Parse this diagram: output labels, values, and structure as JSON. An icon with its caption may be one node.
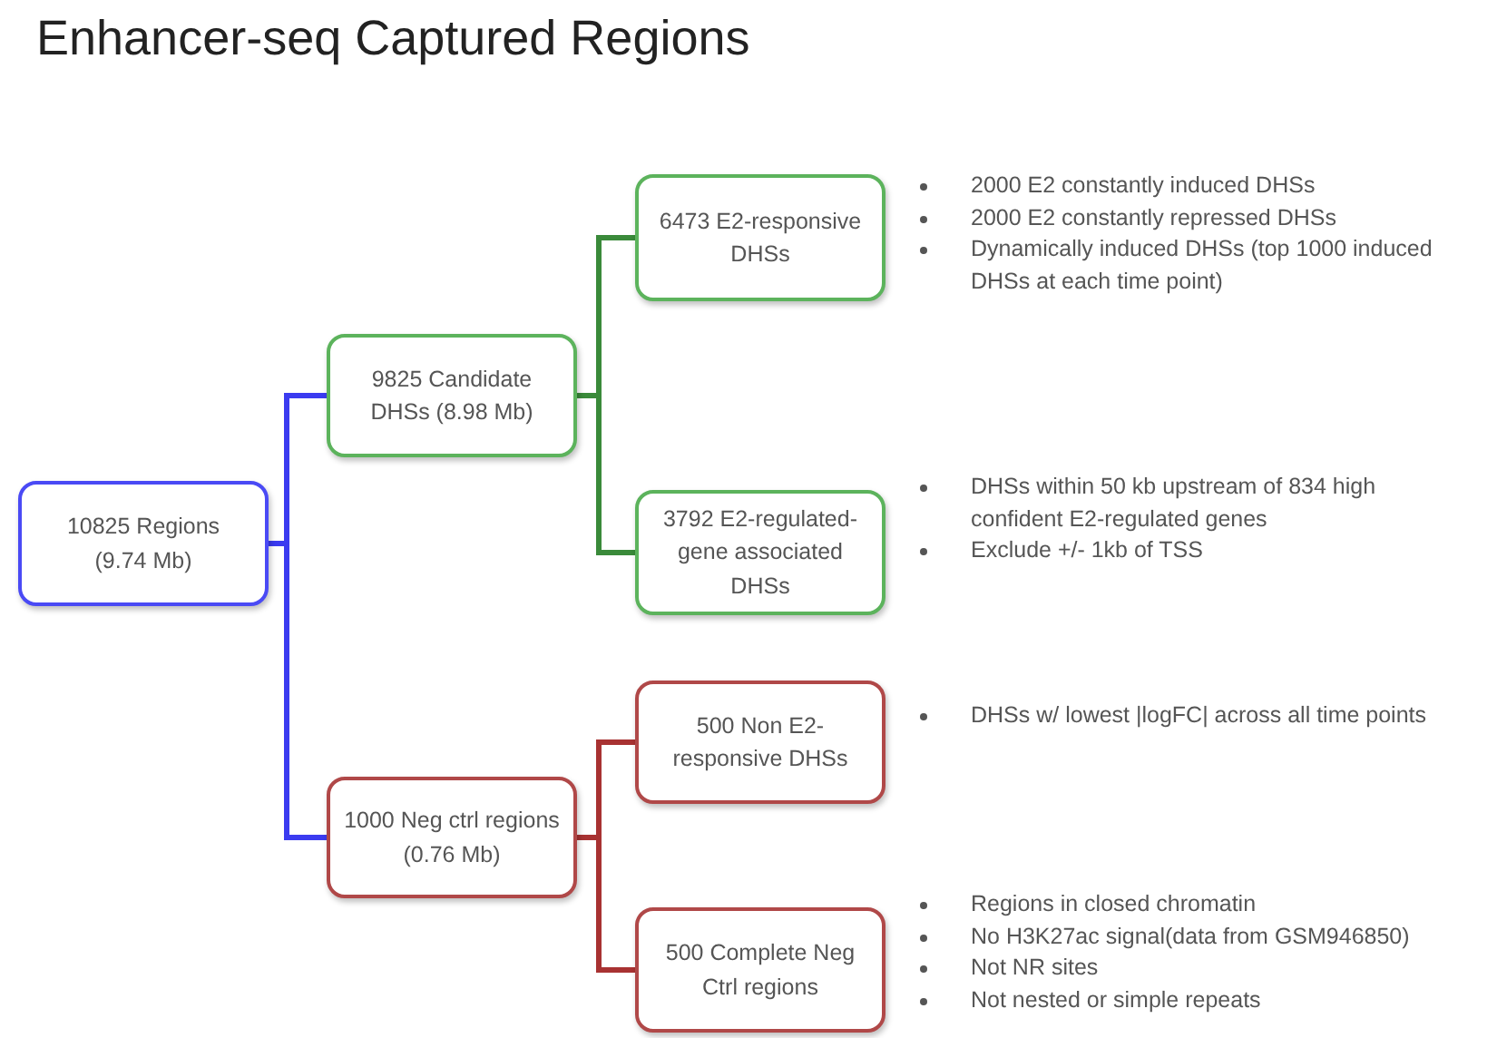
{
  "diagram": {
    "title": "Enhancer-seq Captured Regions",
    "nodes": [
      {
        "text": [
          "10825 Regions (9.74 Mb)"
        ]
      },
      {
        "text": [
          "9825 Candidate DHSs (8.98 Mb)"
        ]
      },
      {
        "text": [
          "6473 E2-responsive DHSs"
        ],
        "beside": [
          "2000 E2 constantly induced DHSs",
          "2000 E2 constantly repressed DHSs",
          "Dynamically induced DHSs (top 1000 induced DHSs at each time point)"
        ]
      },
      {
        "text": [
          "3792 E2-regulated-gene associated DHSs"
        ],
        "beside": [
          "DHSs within 50 kb upstream of 834 high confident E2-regulated genes",
          "Exclude +/- 1kb of TSS"
        ]
      },
      {
        "text": [
          "1000 Neg ctrl regions (0.76 Mb)"
        ]
      },
      {
        "text": [
          "500 Non E2-responsive DHSs"
        ],
        "beside": [
          "DHSs w/ lowest |logFC| across all time points"
        ]
      },
      {
        "text": [
          "500 Complete Neg Ctrl regions"
        ],
        "beside": [
          "Regions in closed chromatin",
          "No H3K27ac signal(data from GSM946850)",
          "Not NR sites",
          "Not nested or simple repeats"
        ]
      }
    ],
    "edges": [
      {
        "from": 0,
        "to": 1,
        "arrow": "none",
        "color": "#3b3bf0"
      },
      {
        "from": 0,
        "to": 4,
        "arrow": "none",
        "color": "#3b3bf0"
      },
      {
        "from": 1,
        "to": 2,
        "arrow": "none",
        "color": "#3a8a3a"
      },
      {
        "from": 1,
        "to": 3,
        "arrow": "none",
        "color": "#3a8a3a"
      },
      {
        "from": 4,
        "to": 5,
        "arrow": "none",
        "color": "#a83232"
      },
      {
        "from": 4,
        "to": 6,
        "arrow": "none",
        "color": "#a83232"
      }
    ]
  }
}
